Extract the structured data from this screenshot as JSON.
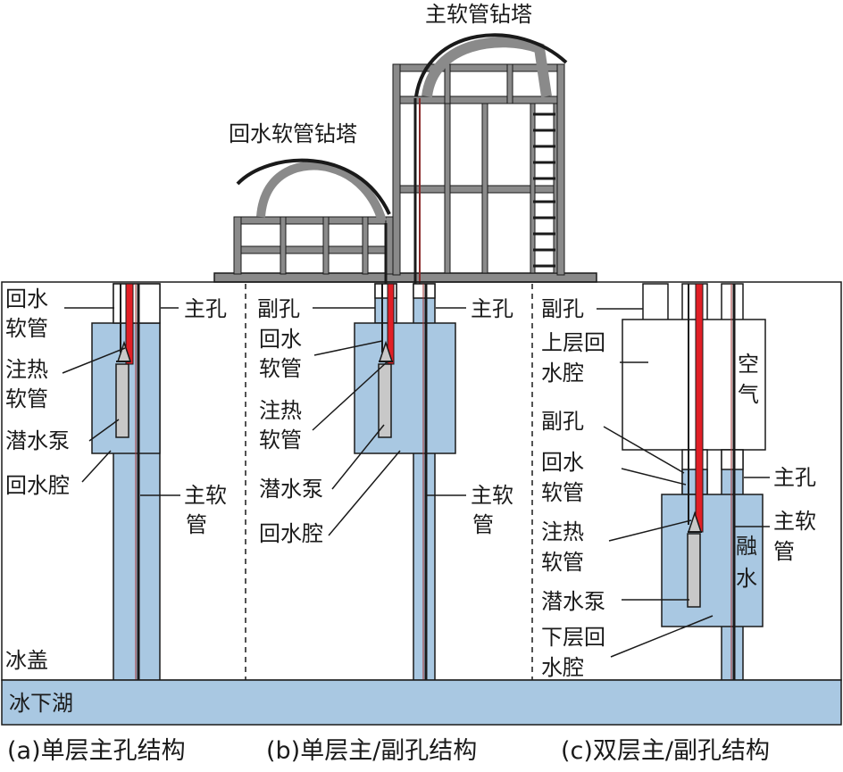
{
  "towers": {
    "main_hose_tower": "主软管钻塔",
    "return_hose_tower": "回水软管钻塔"
  },
  "layers": {
    "ice_cover": "冰盖",
    "subglacial_lake": "冰下湖"
  },
  "panel_a": {
    "return_hose": [
      "回水",
      "软管"
    ],
    "main_hole": "主孔",
    "heat_hose": [
      "注热",
      "软管"
    ],
    "pump": "潜水泵",
    "return_cavity": "回水腔",
    "main_hose": [
      "主软",
      "管"
    ],
    "caption": "(a)单层主孔结构"
  },
  "panel_b": {
    "aux_hole": "副孔",
    "main_hole": "主孔",
    "return_hose": [
      "回水",
      "软管"
    ],
    "heat_hose": [
      "注热",
      "软管"
    ],
    "pump": "潜水泵",
    "return_cavity": "回水腔",
    "main_hose": [
      "主软",
      "管"
    ],
    "caption": "(b)单层主/副孔结构"
  },
  "panel_c": {
    "aux_hole_top": "副孔",
    "upper_cavity": [
      "上层回",
      "水腔"
    ],
    "air": [
      "空",
      "气"
    ],
    "aux_hole_mid": "副孔",
    "main_hole": "主孔",
    "return_hose": [
      "回水",
      "软管"
    ],
    "main_hose": [
      "主软",
      "管"
    ],
    "heat_hose": [
      "注热",
      "软管"
    ],
    "melt_water": [
      "融",
      "水"
    ],
    "pump": "潜水泵",
    "lower_cavity": [
      "下层回",
      "水腔"
    ],
    "caption": "(c)双层主/副孔结构"
  },
  "colors": {
    "ice_blue": "#a9c8e2",
    "lake_blue": "#a9c8e2",
    "hose_red": "#e11f26",
    "tower_gray": "#8a8a8a",
    "pump_gray": "#c8c8c8",
    "outline": "#1a1a1a"
  }
}
